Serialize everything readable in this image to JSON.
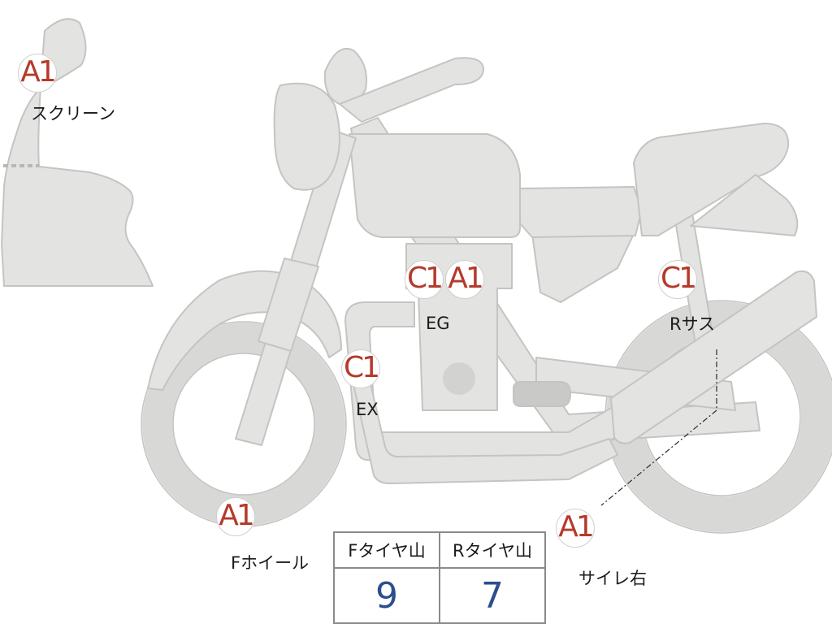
{
  "parts": [
    {
      "badge": "A1",
      "label": "スクリーン"
    },
    {
      "badge": "C1",
      "label": ""
    },
    {
      "badge": "A1",
      "label": "EG"
    },
    {
      "badge": "C1",
      "label": "Rサス"
    },
    {
      "badge": "C1",
      "label": "EX"
    },
    {
      "badge": "A1",
      "label": "Fホイール"
    },
    {
      "badge": "A1",
      "label": "サイレ右"
    }
  ],
  "tire_table": {
    "headers": [
      "Fタイヤ山",
      "Rタイヤ山"
    ],
    "values": [
      "9",
      "7"
    ]
  },
  "colors": {
    "bike_fill": "#e3e3e1",
    "bike_outline": "#c4c4c2",
    "badge_text": "#b53a2b",
    "table_value": "#2b4f8e"
  }
}
